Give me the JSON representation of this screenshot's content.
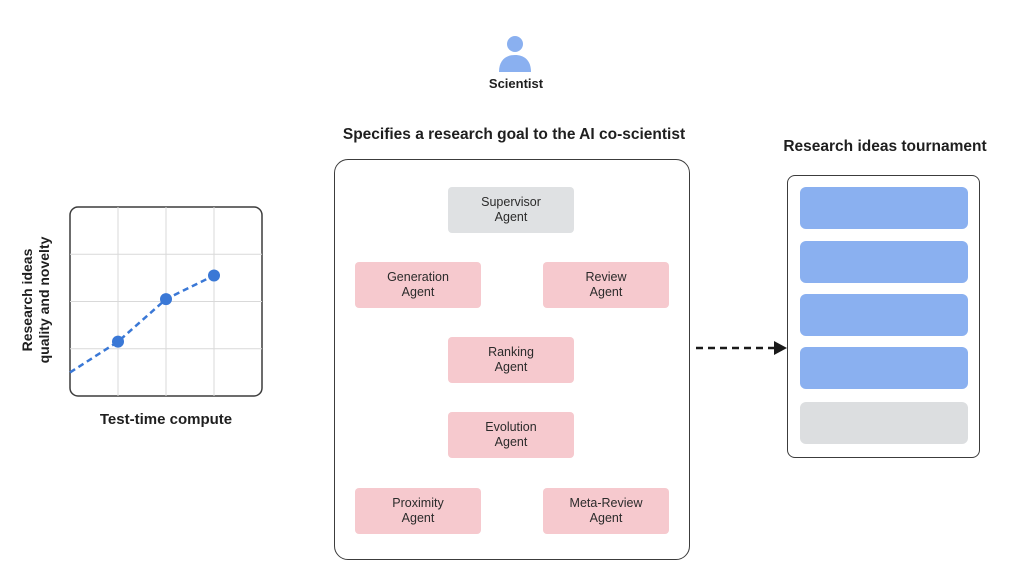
{
  "scientist": {
    "label": "Scientist",
    "icon": "person-icon",
    "icon_color": "#8ab0f0"
  },
  "goal_label": "Specifies a research goal to the AI co-scientist",
  "agents": [
    {
      "name": "Supervisor Agent",
      "label": "Supervisor\nAgent",
      "color": "#dfe1e3"
    },
    {
      "name": "Generation Agent",
      "label": "Generation\nAgent",
      "color": "#f6c9ce"
    },
    {
      "name": "Review Agent",
      "label": "Review\nAgent",
      "color": "#f6c9ce"
    },
    {
      "name": "Ranking Agent",
      "label": "Ranking\nAgent",
      "color": "#f6c9ce"
    },
    {
      "name": "Evolution Agent",
      "label": "Evolution\nAgent",
      "color": "#f6c9ce"
    },
    {
      "name": "Proximity Agent",
      "label": "Proximity\nAgent",
      "color": "#f6c9ce"
    },
    {
      "name": "Meta-Review Agent",
      "label": "Meta-Review\nAgent",
      "color": "#f6c9ce"
    }
  ],
  "chart": {
    "ylabel": "Research ideas\nquality and novelty",
    "xlabel": "Test-time compute",
    "line_color": "#3a78d6",
    "line_style": "dashed"
  },
  "chart_data": {
    "type": "line",
    "title": "",
    "xlabel": "Test-time compute",
    "ylabel": "Research ideas quality and novelty",
    "x": [
      1,
      2,
      3
    ],
    "values": [
      1.15,
      2.05,
      2.55
    ],
    "xlim": [
      0,
      4
    ],
    "ylim": [
      0,
      4
    ],
    "trend_start": 0.5,
    "grid": true,
    "tick_labels": false
  },
  "tournament": {
    "label": "Research ideas tournament",
    "rows": [
      {
        "state": "ranked",
        "color": "#8ab0f0"
      },
      {
        "state": "ranked",
        "color": "#8ab0f0"
      },
      {
        "state": "ranked",
        "color": "#8ab0f0"
      },
      {
        "state": "ranked",
        "color": "#8ab0f0"
      },
      {
        "state": "pending",
        "color": "#dcdee0"
      }
    ]
  },
  "arrow": {
    "style": "dashed",
    "direction": "right",
    "icon": "arrow-right-icon"
  }
}
